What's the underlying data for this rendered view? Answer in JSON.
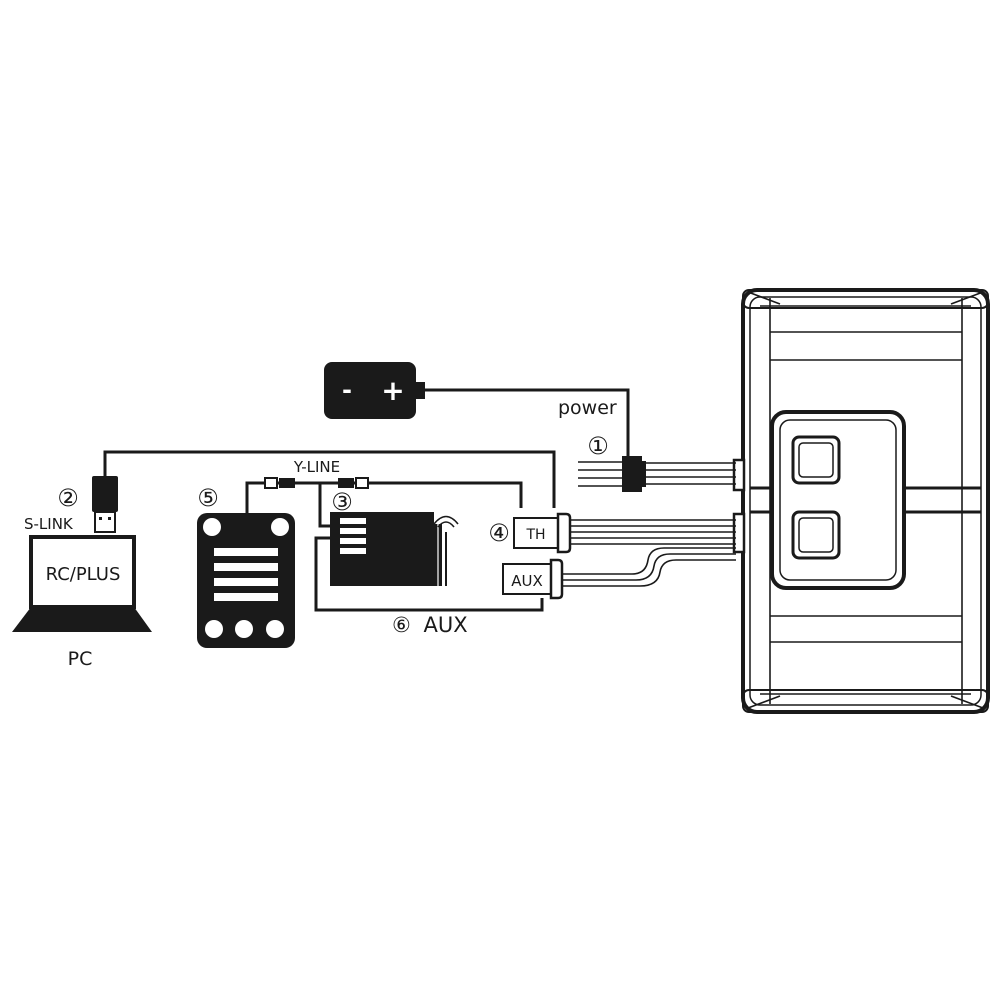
{
  "labels": {
    "power": "power",
    "y_line": "Y-LINE",
    "s_link": "S-LINK",
    "rc_plus": "RC/PLUS",
    "pc": "PC",
    "th": "TH",
    "aux_port": "AUX",
    "aux_line": "AUX"
  },
  "markers": {
    "m1": "①",
    "m2": "②",
    "m3": "③",
    "m4": "④",
    "m5": "⑤",
    "m6": "⑥"
  },
  "battery": {
    "minus": "-",
    "plus": "+"
  },
  "colors": {
    "ink": "#1a1a1a",
    "background": "#ffffff"
  }
}
